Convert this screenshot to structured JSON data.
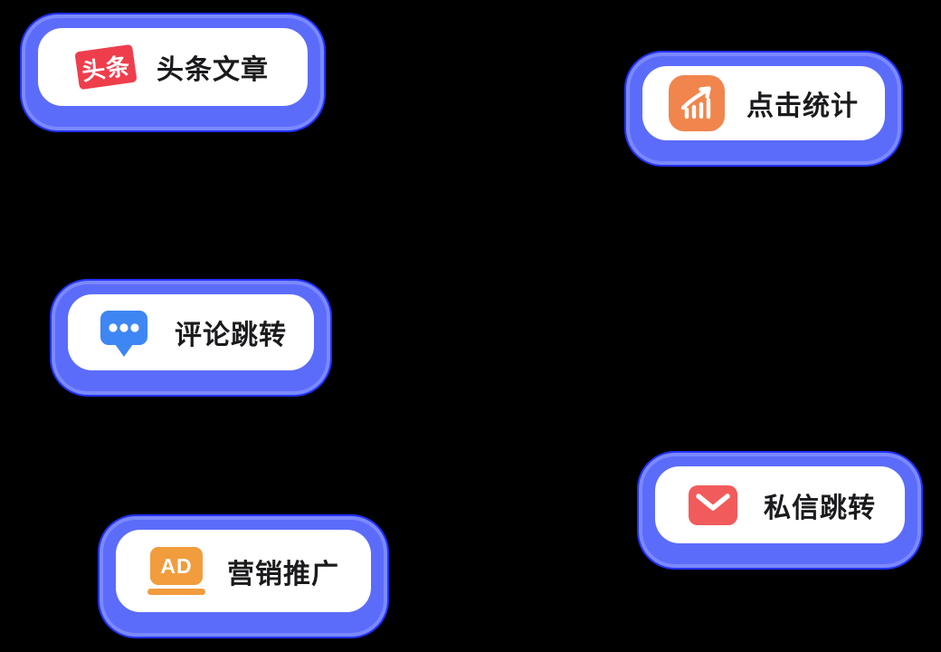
{
  "canvas": {
    "background_color": "#000000"
  },
  "colors": {
    "node_border_fill": "#5C6CFA",
    "node_border_outline": "#2231FD",
    "node_border_highlight": "#96A2FF",
    "node_inner_background": "#FFFFFF",
    "label_text": "#1B1B1E",
    "toutiao_badge_red": "#EE3E4C",
    "trend_chart_orange": "#F0854D",
    "comment_bubble_blue": "#3E86F3",
    "envelope_coral": "#F15B5B",
    "ad_billboard_orange": "#F19C3D"
  },
  "nodes": [
    {
      "label": "头条文章",
      "icon": "toutiao-badge-icon",
      "icon_text": "头条"
    },
    {
      "label": "点击统计",
      "icon": "trend-chart-icon"
    },
    {
      "label": "评论跳转",
      "icon": "comment-bubble-icon"
    },
    {
      "label": "私信跳转",
      "icon": "envelope-icon"
    },
    {
      "label": "营销推广",
      "icon": "ad-billboard-icon",
      "icon_text": "AD"
    }
  ]
}
